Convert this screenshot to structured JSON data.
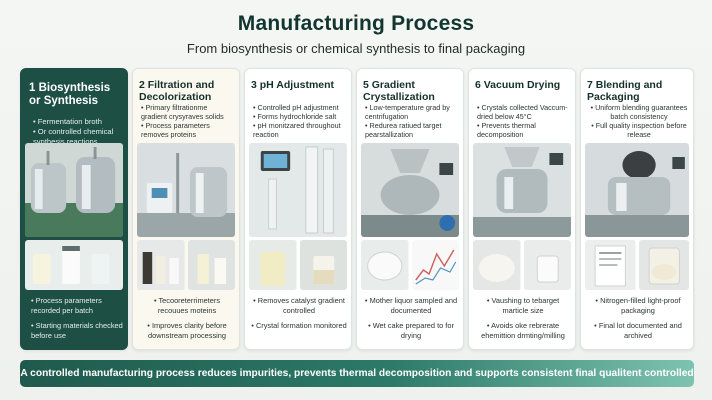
{
  "header": {
    "title": "Manufacturing Process",
    "subtitle": "From biosynthesis or chemical synthesis to final packaging"
  },
  "steps": [
    {
      "title": "1 Biosynthesis or Synthesis",
      "top": [
        "Fermentation broth",
        "Or controlled chemical synthesis reactions"
      ],
      "bottom": [
        "Process parameters recorded per batch",
        "Starting materials checked before use"
      ]
    },
    {
      "title": "2 Filtration and Decolorization",
      "top": [
        "Primary filtrationme gradient crysyraves solids",
        "Process parameters removes proteins"
      ],
      "bottom": [
        "Tecooreterrimeters recouues moteins",
        "Improves clarity before downstream processing"
      ]
    },
    {
      "title": "3 pH Adjustment",
      "top": [
        "Controlled pH adjustment",
        "Forms hydrochloride salt",
        "pH monitzared throughout reaction"
      ],
      "bottom": [
        "Removes catalyst gradient controlled",
        "Crystal formation monitored"
      ]
    },
    {
      "title": "5 Gradient Crystallization",
      "top": [
        "Low-temperature grad by centrifugation",
        "Redurea ratiued target pearstallization"
      ],
      "bottom": [
        "Mother liquor sampled and documented",
        "Wet cake prepared to for drying"
      ]
    },
    {
      "title": "6 Vacuum Drying",
      "top": [
        "Crystals collected Vaccum-dried below 45°C",
        "Prevents thermal decomposition"
      ],
      "bottom": [
        "Vaushing to tebarget marticle size",
        "Avoids oke rebrerate ehemittion drmting/milling"
      ]
    },
    {
      "title": "7 Blending and Packaging",
      "top": [
        "Uniform blending guarantees batch consistency",
        "Full quality inspection before release"
      ],
      "bottom": [
        "Nitrogen-filled light-proof packaging",
        "Final lot documented and archived"
      ]
    }
  ],
  "footer": {
    "banner": "A controlled manufacturing process reduces impurities, prevents thermal decomposition and supports consistent final qualitent controlled"
  },
  "colors": {
    "accent_dark": "#1d4f45",
    "accent_light": "#7dc3b0"
  }
}
